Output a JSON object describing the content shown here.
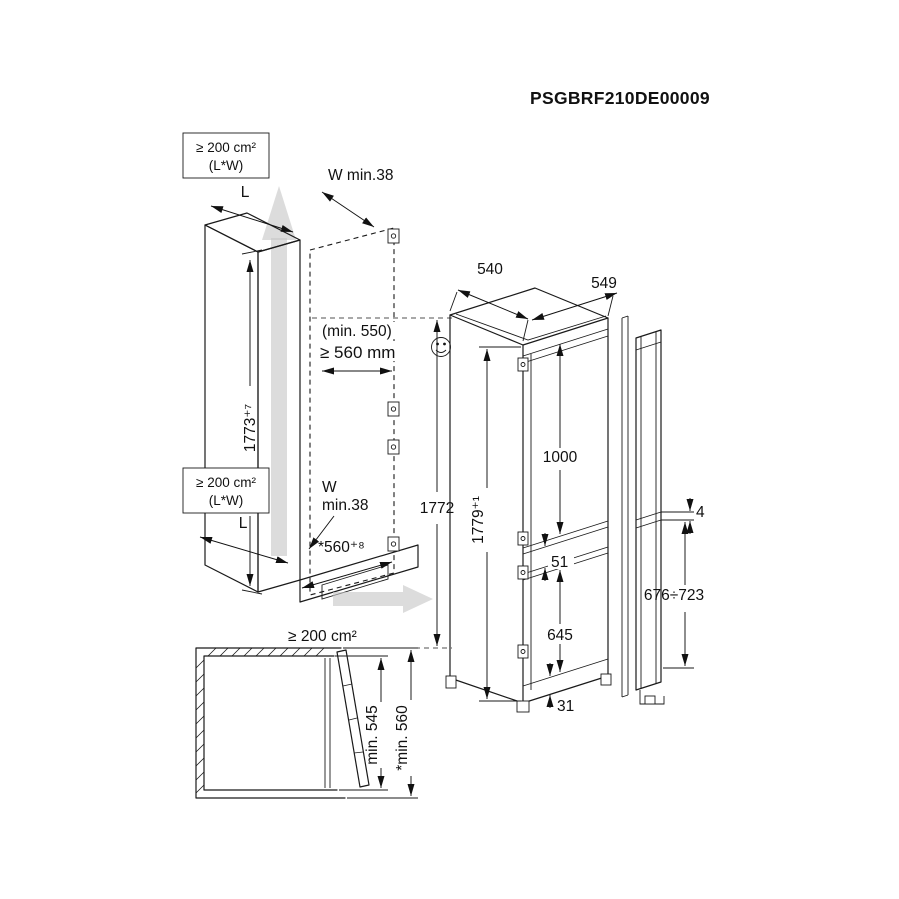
{
  "title": "PSGBRF210DE00009",
  "niche": {
    "vent_top": {
      "line1": "≥ 200 cm²",
      "line2": "(L*W)"
    },
    "depth_top_label": "L",
    "wall_top_label": "W min.38",
    "height_label": "1773⁺⁷",
    "door_min": {
      "line1": "(min. 550)",
      "line2": "≥ 560 mm"
    },
    "inner_height_label": "1772",
    "vent_mid": {
      "line1": "≥ 200 cm²",
      "line2": "(L*W)"
    },
    "depth_bottom_label": "L",
    "wall_bottom": {
      "line1": "W",
      "line2": "min.38"
    },
    "width_label": "*560⁺⁸",
    "vent_bottom_label": "≥ 200 cm²"
  },
  "appliance": {
    "depth_label": "540",
    "width_label": "549",
    "height_label": "1779⁺¹",
    "upper_door_label": "1000",
    "gap_label": "51",
    "lower_door_label": "645",
    "plinth_label": "31"
  },
  "panel": {
    "gap_label": "4",
    "range_label": "676÷723"
  },
  "top_view": {
    "inner_depth_label": "min. 545",
    "total_depth_label": "*min. 560"
  }
}
